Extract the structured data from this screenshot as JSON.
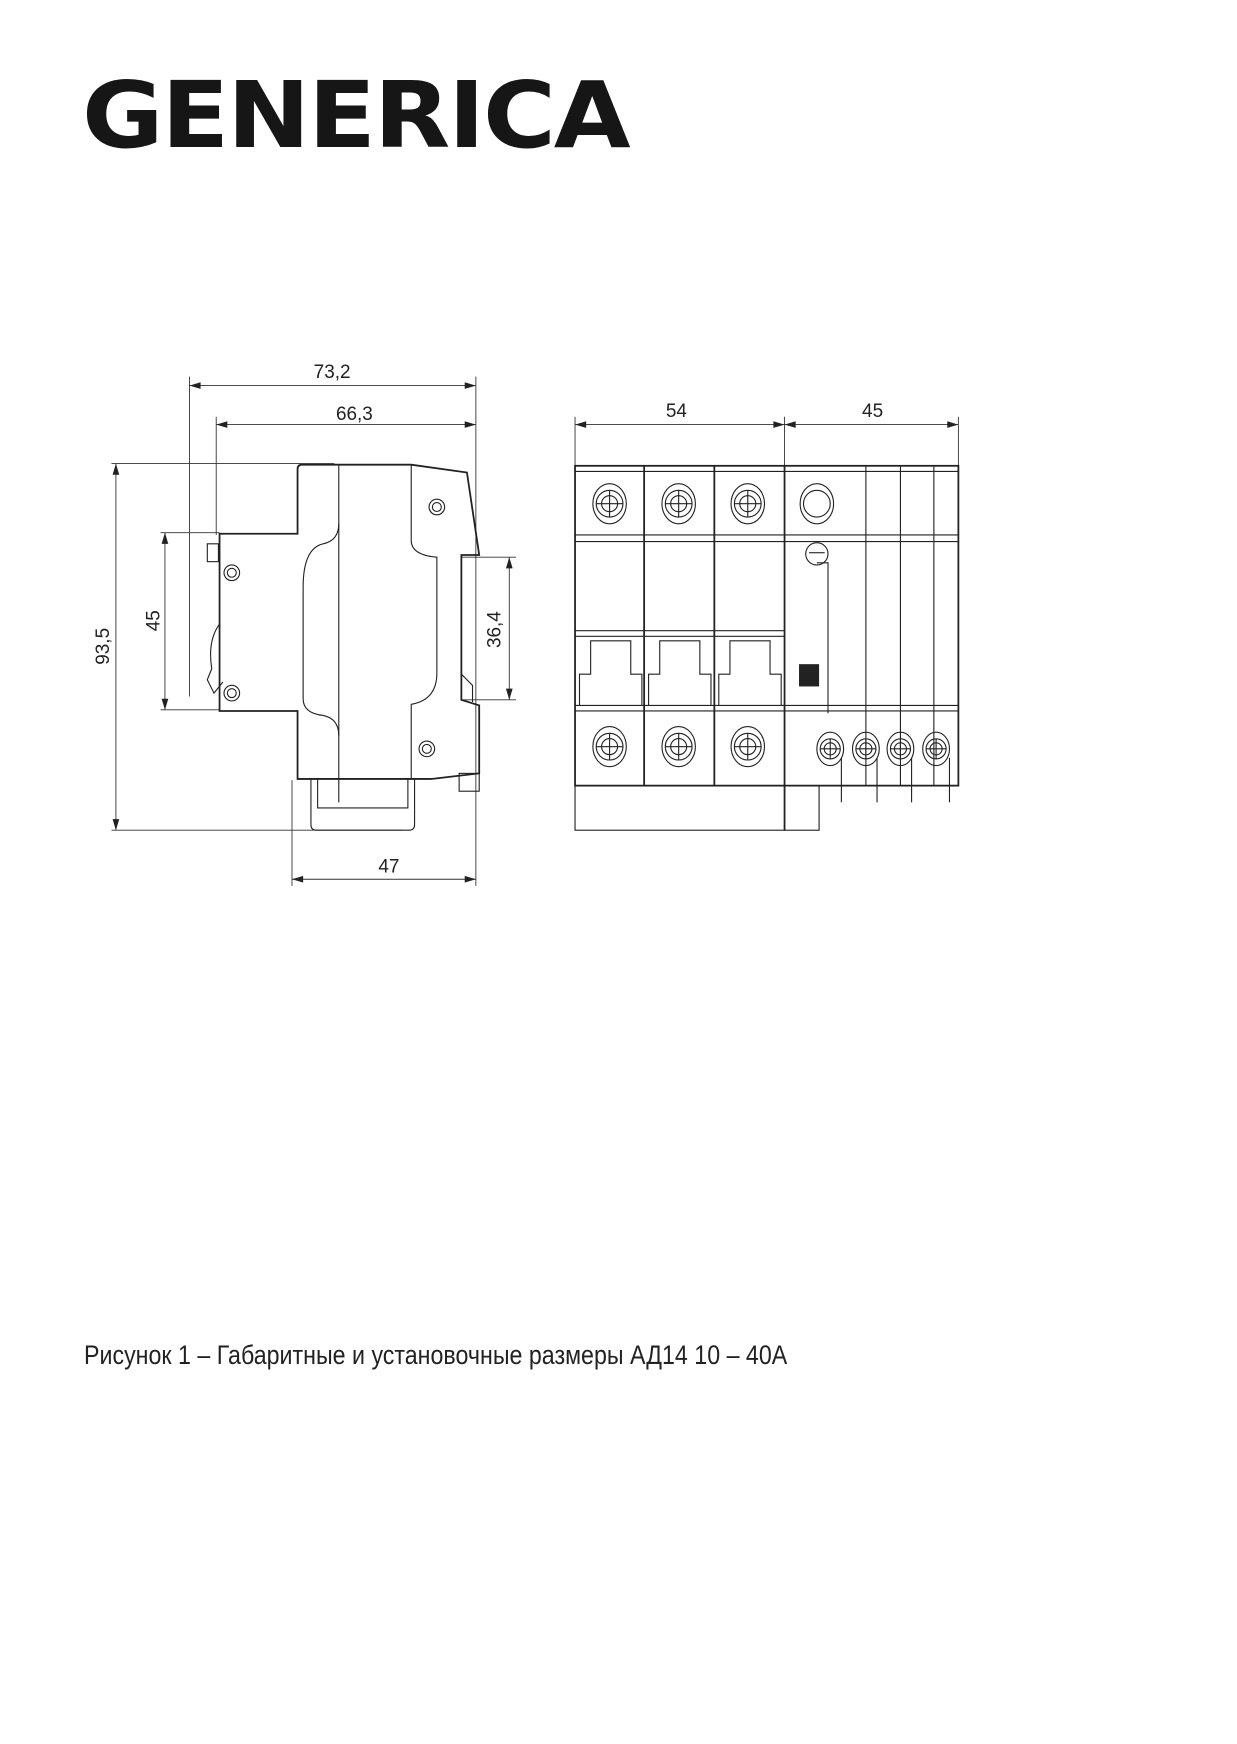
{
  "logo": {
    "text": "GENERICA"
  },
  "side_view": {
    "dimensions": {
      "overall_depth": "73,2",
      "depth_to_front": "66,3",
      "height": "93,5",
      "front_height": "45",
      "rail_height": "36,4",
      "rail_depth": "47"
    }
  },
  "front_view": {
    "dimensions": {
      "breaker_width": "54",
      "rcd_module_width": "45"
    }
  },
  "caption": {
    "text": "Рисунок 1 – Габаритные и установочные размеры АД14 10 – 40А"
  }
}
